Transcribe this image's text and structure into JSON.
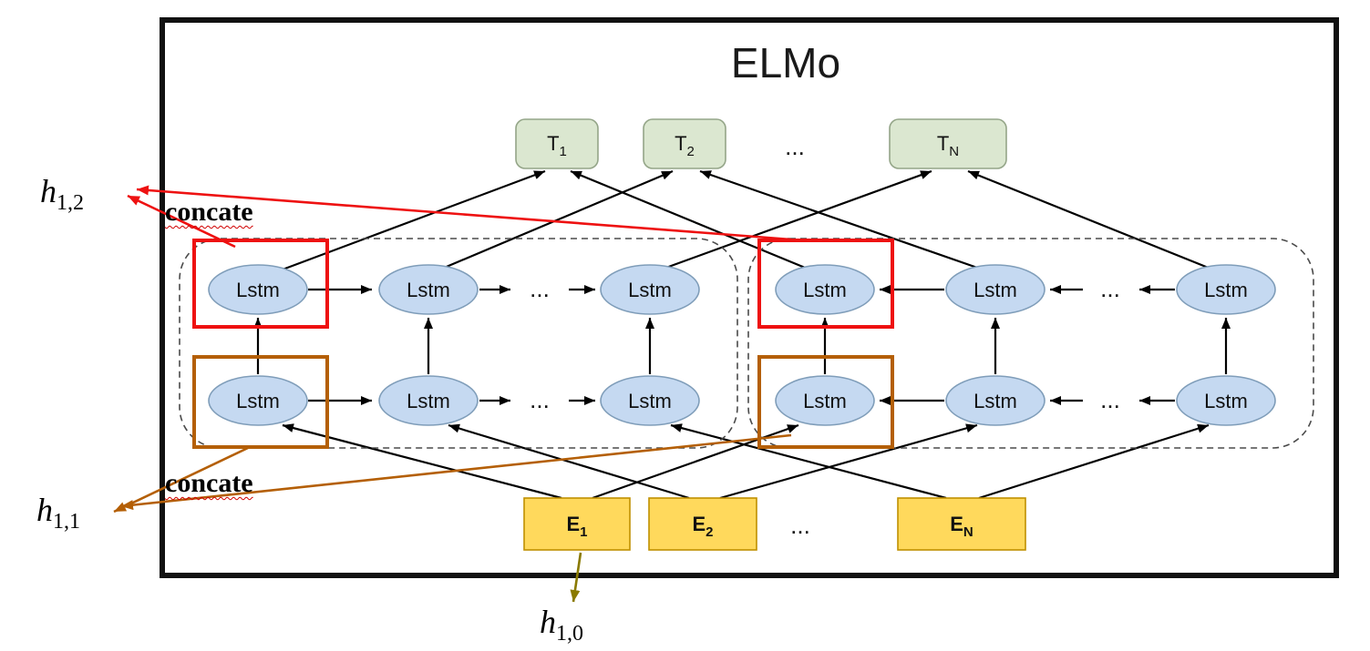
{
  "title": "ELMo",
  "lstm_label": "Lstm",
  "dots": "...",
  "output_row": {
    "items": [
      {
        "base": "T",
        "sub": "1"
      },
      {
        "base": "T",
        "sub": "2"
      },
      {
        "base": "T",
        "sub": "N"
      }
    ]
  },
  "embedding_row": {
    "items": [
      {
        "base": "E",
        "sub": "1"
      },
      {
        "base": "E",
        "sub": "2"
      },
      {
        "base": "E",
        "sub": "N"
      }
    ]
  },
  "annotations": {
    "h12": {
      "base": "h",
      "sub": "1,2"
    },
    "h11": {
      "base": "h",
      "sub": "1,1"
    },
    "h10": {
      "base": "h",
      "sub": "1,0"
    },
    "concate_top": "concate",
    "concate_bottom": "concate"
  },
  "colors": {
    "output_fill": "#dbe7d0",
    "output_stroke": "#94a588",
    "lstm_fill": "#c5d9f1",
    "lstm_stroke": "#7f9db9",
    "embedding_fill": "#ffd95c",
    "embedding_stroke": "#bf9000",
    "highlight_red": "#ee1111",
    "highlight_brown": "#b45f06",
    "h10_arrow": "#8a7a00",
    "line": "#000000"
  }
}
